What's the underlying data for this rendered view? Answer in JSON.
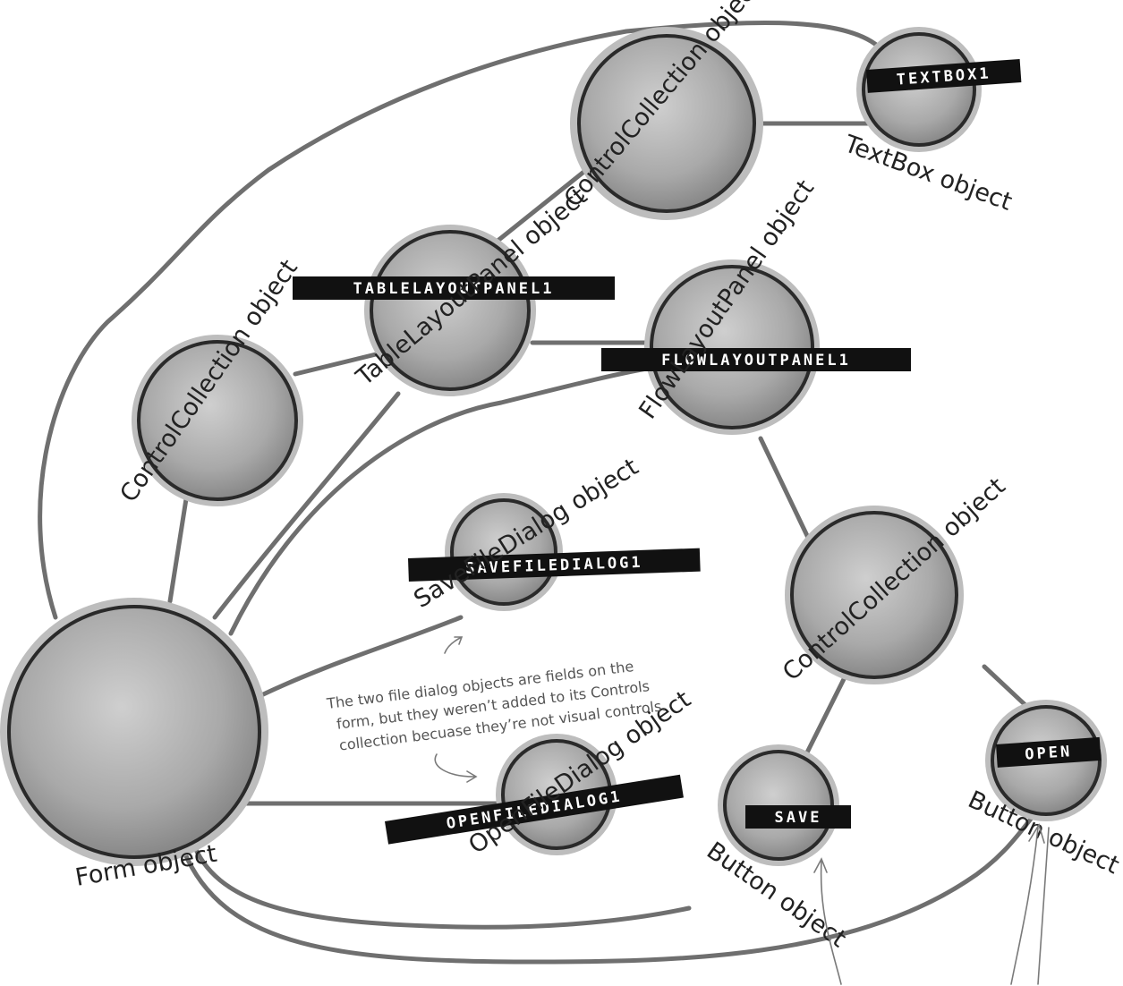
{
  "nodes": {
    "textbox": {
      "tag": "TEXTBOX1",
      "label": "TextBox object"
    },
    "cc_top": {
      "label": "ControlCollection object"
    },
    "tablepanel": {
      "tag": "TABLELAYOUTPANEL1",
      "label": "TableLayoutPanel object"
    },
    "flowpanel": {
      "tag": "FLOWLAYOUTPANEL1",
      "label": "FlowLayoutPanel object"
    },
    "cc_left": {
      "label": "ControlCollection object"
    },
    "savedialog": {
      "tag": "SAVEFILEDIALOG1",
      "label": "SaveFileDialog object"
    },
    "cc_right": {
      "label": "ControlCollection object"
    },
    "form": {
      "label": "Form object"
    },
    "opendialog": {
      "tag": "OPENFILEDIALOG1",
      "label": "OpenFileDialog object"
    },
    "save_button": {
      "tag": "SAVE",
      "label": "Button object"
    },
    "open_button": {
      "tag": "OPEN",
      "label": "Button object"
    }
  },
  "annotation": {
    "lines": [
      "The two file dialog objects are fields on the",
      "form, but they weren’t added to its Controls",
      "collection becuase they’re not visual controls."
    ]
  },
  "colors": {
    "connector": "#6f6f6f",
    "node_fill_light": "#c8c8c8",
    "node_fill_dark": "#8a8a8a",
    "tag_background": "#111111",
    "tag_text": "#ffffff"
  }
}
